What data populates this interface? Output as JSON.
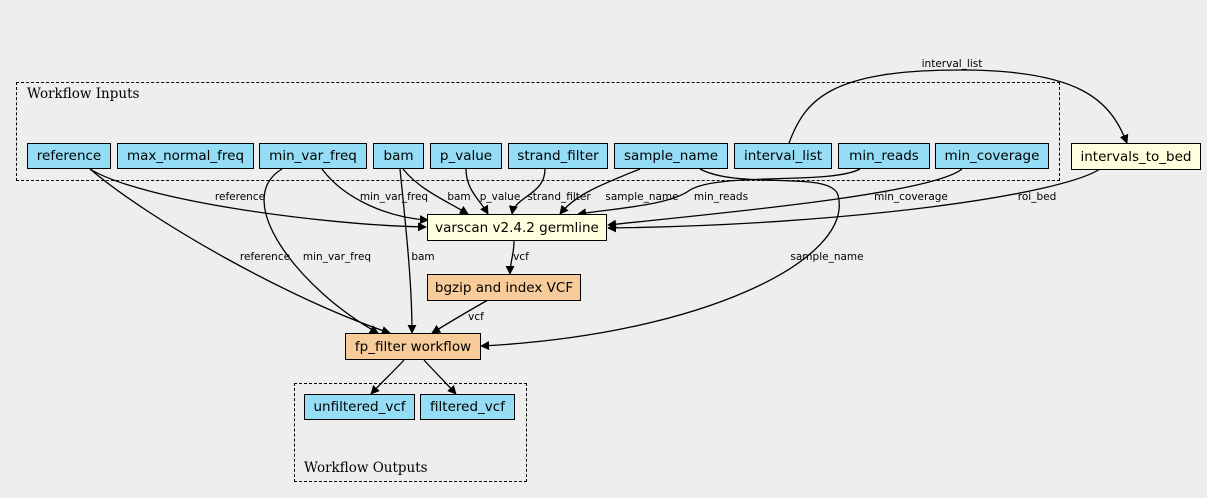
{
  "clusters": {
    "inputs_label": "Workflow Inputs",
    "outputs_label": "Workflow Outputs"
  },
  "nodes": {
    "reference": "reference",
    "max_normal_freq": "max_normal_freq",
    "min_var_freq": "min_var_freq",
    "bam": "bam",
    "p_value": "p_value",
    "strand_filter": "strand_filter",
    "sample_name": "sample_name",
    "interval_list": "interval_list",
    "min_reads": "min_reads",
    "min_coverage": "min_coverage",
    "intervals_to_bed": "intervals_to_bed",
    "varscan": "varscan v2.4.2 germline",
    "bgzip": "bgzip and index VCF",
    "fp_filter": "fp_filter workflow",
    "unfiltered_vcf": "unfiltered_vcf",
    "filtered_vcf": "filtered_vcf"
  },
  "edge_labels": {
    "interval_list": "interval_list",
    "reference_to_varscan": "reference",
    "min_var_freq_to_varscan": "min_var_freq",
    "bam_to_varscan": "bam",
    "p_value": "p_value",
    "strand_filter": "strand_filter",
    "sample_name_to_varscan": "sample_name",
    "min_reads": "min_reads",
    "min_coverage": "min_coverage",
    "roi_bed": "roi_bed",
    "reference_to_fp": "reference",
    "min_var_freq_to_fp": "min_var_freq",
    "bam_to_fp": "bam",
    "vcf_varscan": "vcf",
    "sample_name_to_fp": "sample_name",
    "vcf_bgzip": "vcf"
  },
  "colors": {
    "background": "#eeeeee",
    "io_node": "#94ddf4",
    "tool_node": "#ffffdd",
    "subworkflow_node": "#f7cb9a",
    "stroke": "#000000"
  }
}
